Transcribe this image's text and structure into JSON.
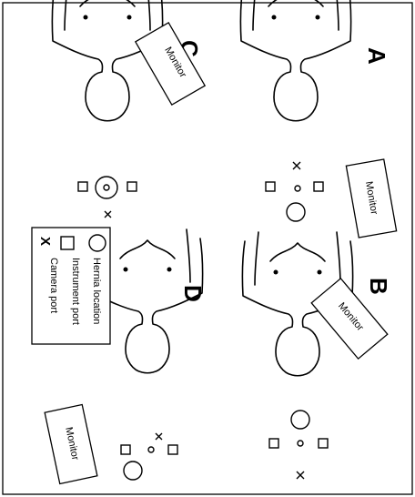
{
  "panels": {
    "a": {
      "label": "A",
      "monitor": "Monitor"
    },
    "b": {
      "label": "B",
      "monitor": "Monitor"
    },
    "c": {
      "label": "C",
      "monitor": "Monitor"
    },
    "d": {
      "label": "D",
      "monitor": "Monitor"
    }
  },
  "legend": {
    "hernia": "Hernia location",
    "instrument": "Instrument port",
    "camera": "Camera port",
    "camera_symbol": "X"
  }
}
